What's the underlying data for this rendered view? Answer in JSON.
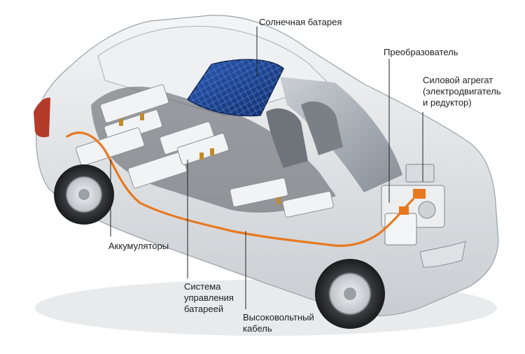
{
  "labels": {
    "solar_battery": "Солнечная батарея",
    "converter": "Преобразователь",
    "power_unit": [
      "Силовой агрегат",
      "(электродвигатель",
      "и редуктор)"
    ],
    "accumulators": "Аккумуляторы",
    "battery_management": [
      "Система",
      "управления",
      "батареей"
    ],
    "high_voltage_cable": [
      "Высоковольтный",
      "кабель"
    ]
  },
  "colors": {
    "car_body": "#e4e6e8",
    "cable": "#e8781e",
    "solar_panel": "#1d3f86",
    "leader_line": "#222222"
  }
}
